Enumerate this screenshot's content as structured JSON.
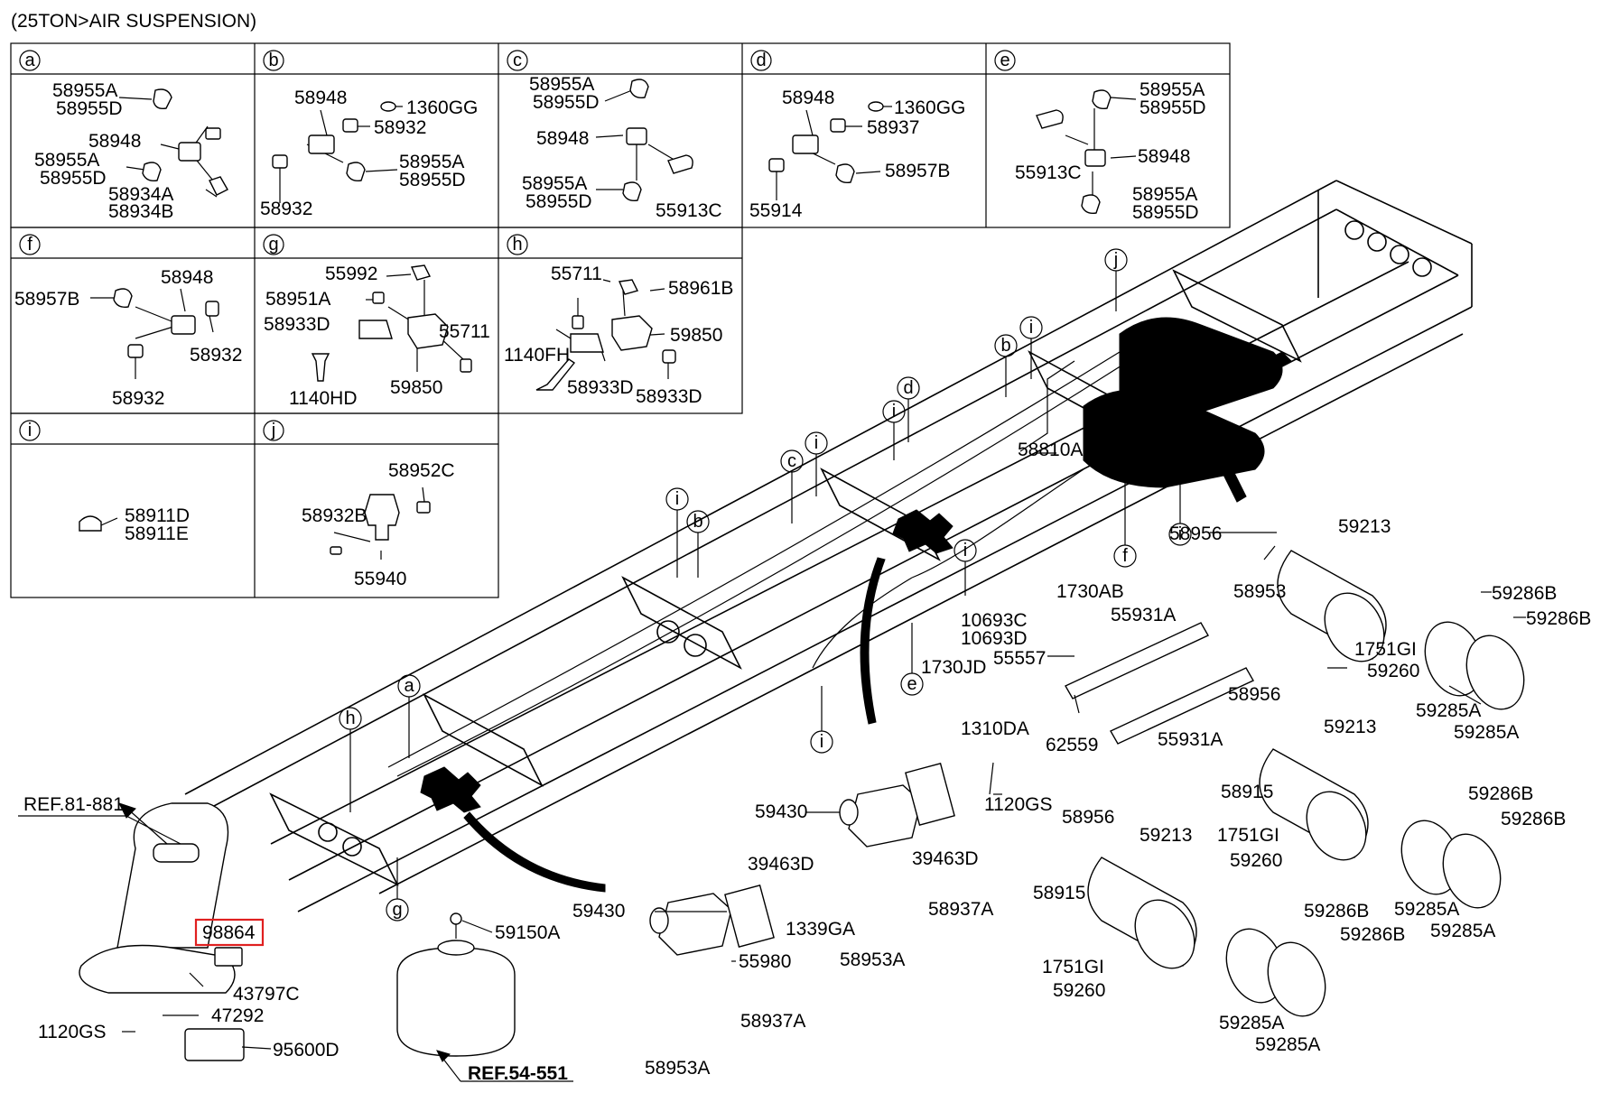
{
  "title": "(25TON>AIR SUSPENSION)",
  "grid_cells": [
    {
      "letter": "a",
      "labels": [
        "58955A",
        "58955D",
        "58948",
        "58955A",
        "58955D",
        "58934A",
        "58934B"
      ]
    },
    {
      "letter": "b",
      "labels": [
        "58948",
        "1360GG",
        "58932",
        "58955A",
        "58955D",
        "58932"
      ]
    },
    {
      "letter": "c",
      "labels": [
        "58955A",
        "58955D",
        "58948",
        "58955A",
        "58955D",
        "55913C"
      ]
    },
    {
      "letter": "d",
      "labels": [
        "58948",
        "1360GG",
        "58937",
        "58957B",
        "55914"
      ]
    },
    {
      "letter": "e",
      "labels": [
        "58955A",
        "58955D",
        "58948",
        "55913C",
        "58955A",
        "58955D"
      ]
    },
    {
      "letter": "f",
      "labels": [
        "58957B",
        "58948",
        "58932",
        "58932"
      ]
    },
    {
      "letter": "g",
      "labels": [
        "55992",
        "58951A",
        "58933D",
        "55711",
        "1140HD",
        "59850"
      ]
    },
    {
      "letter": "h",
      "labels": [
        "55711",
        "58961B",
        "59850",
        "1140FH",
        "58933D",
        "58933D"
      ]
    },
    {
      "letter": "i",
      "labels": [
        "58911D",
        "58911E"
      ]
    },
    {
      "letter": "j",
      "labels": [
        "58952C",
        "58932B",
        "55940"
      ]
    }
  ],
  "frame_callouts": [
    "j",
    "b",
    "i",
    "d",
    "i",
    "c",
    "i",
    "i",
    "b",
    "i",
    "f",
    "i",
    "e",
    "i",
    "a",
    "h",
    "g"
  ],
  "main_labels": [
    "58810A",
    "58956",
    "59213",
    "58953",
    "1730AB",
    "10693C",
    "10693D",
    "1730JD",
    "55931A",
    "55557",
    "62559",
    "55931A",
    "1751GI",
    "59260",
    "59286B",
    "59286B",
    "59285A",
    "59285A",
    "58956",
    "59213",
    "58915",
    "1751GI",
    "59260",
    "59286B",
    "59286B",
    "59285A",
    "59285A",
    "1310DA",
    "1120GS",
    "59430",
    "39463D",
    "58956",
    "59213",
    "58915",
    "1751GI",
    "59260",
    "59286B",
    "59286B",
    "59285A",
    "59285A",
    "58937A",
    "58953A",
    "39463D",
    "59430",
    "1339GA",
    "55980",
    "58937A",
    "58953A",
    "59150A",
    "REF.54-551",
    "REF.81-881",
    "98864",
    "43797C",
    "47292",
    "1120GS",
    "95600D"
  ]
}
